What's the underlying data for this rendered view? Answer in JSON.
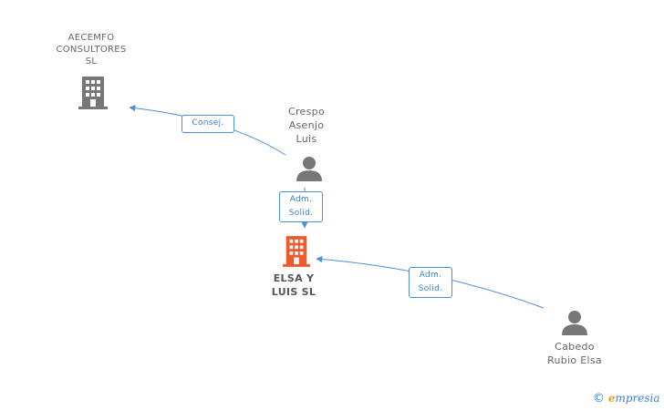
{
  "nodes": {
    "aecemfo": {
      "lines": [
        "AECEMFO",
        "CONSULTORES",
        "SL"
      ],
      "type": "company",
      "color": "#777777"
    },
    "crespo": {
      "lines": [
        "Crespo",
        "Asenjo",
        "Luis"
      ],
      "type": "person",
      "color": "#777777"
    },
    "elsa_luis": {
      "lines": [
        "ELSA Y",
        "LUIS SL"
      ],
      "type": "company",
      "color": "#f0592a"
    },
    "cabedo": {
      "lines": [
        "Cabedo",
        "Rubio Elsa"
      ],
      "type": "person",
      "color": "#777777"
    }
  },
  "edges": {
    "consej": {
      "lines": [
        "Consej."
      ]
    },
    "adm_solid_1": {
      "lines": [
        "Adm.",
        "Solid."
      ]
    },
    "adm_solid_2": {
      "lines": [
        "Adm.",
        "Solid."
      ]
    }
  },
  "colors": {
    "edge": "#4a8fd8",
    "text": "#666666"
  },
  "watermark": {
    "copyright": "©",
    "brand_e": "e",
    "brand_rest": "mpresia"
  }
}
